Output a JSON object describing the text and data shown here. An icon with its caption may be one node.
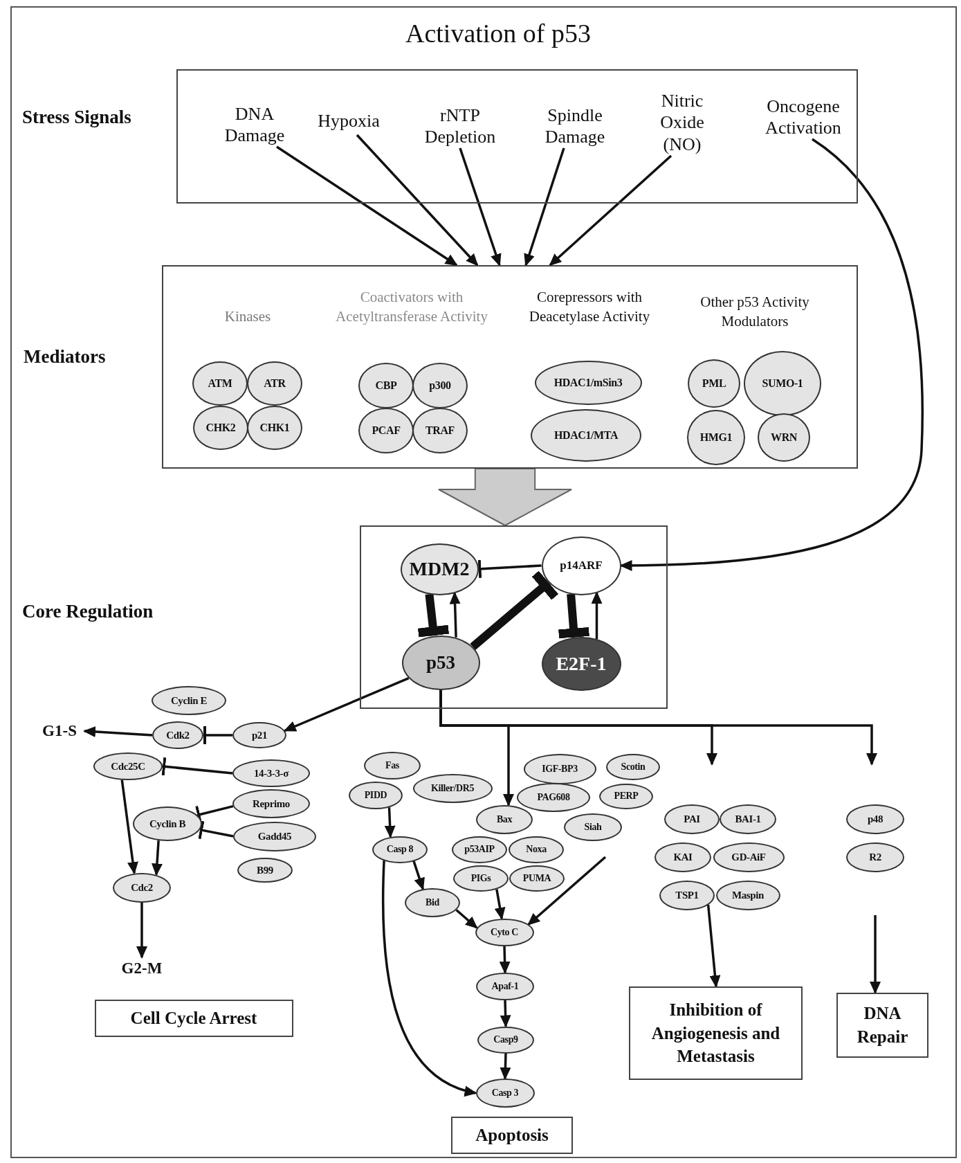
{
  "diagram": {
    "title": "Activation of p53",
    "nodes": [
      {
        "text": [],
        "shape": "box"
      },
      {
        "text": [
          "DNA Damage"
        ],
        "in": 0
      },
      {
        "text": [
          "Hypoxia"
        ],
        "in": 0
      },
      {
        "text": [
          "rNTP Depletion"
        ],
        "in": 0
      },
      {
        "text": [
          "Spindle Damage"
        ],
        "in": 0
      },
      {
        "text": [
          "Nitric Oxide (NO)"
        ],
        "in": 0
      },
      {
        "text": [
          "Oncogene Activation"
        ],
        "in": 0
      },
      {
        "text": [],
        "shape": "box"
      },
      {
        "text": [
          "ATM"
        ],
        "in": 7
      },
      {
        "text": [
          "ATR"
        ],
        "in": 7
      },
      {
        "text": [
          "CHK2"
        ],
        "in": 7
      },
      {
        "text": [
          "CHK1"
        ],
        "in": 7
      },
      {
        "text": [
          "CBP"
        ],
        "in": 7
      },
      {
        "text": [
          "p300"
        ],
        "in": 7
      },
      {
        "text": [
          "PCAF"
        ],
        "in": 7
      },
      {
        "text": [
          "TRAF"
        ],
        "in": 7
      },
      {
        "text": [
          "HDAC1/mSin3"
        ],
        "in": 7
      },
      {
        "text": [
          "HDAC1/MTA"
        ],
        "in": 7
      },
      {
        "text": [
          "PML"
        ],
        "in": 7
      },
      {
        "text": [
          "SUMO-1"
        ],
        "in": 7
      },
      {
        "text": [
          "HMG1"
        ],
        "in": 7
      },
      {
        "text": [
          "WRN"
        ],
        "in": 7
      },
      {
        "text": [],
        "shape": "box"
      },
      {
        "text": [
          "MDM2"
        ],
        "in": 22
      },
      {
        "text": [
          "p14ARF"
        ],
        "in": 22
      },
      {
        "text": [
          "p53"
        ],
        "in": 22
      },
      {
        "text": [
          "E2F-1"
        ],
        "in": 22
      },
      {
        "text": [
          "Cyclin E"
        ]
      },
      {
        "text": [
          "Cdk2"
        ]
      },
      {
        "text": [
          "p21"
        ]
      },
      {
        "text": [
          "Cdc25C"
        ]
      },
      {
        "text": [
          "14-3-3-σ"
        ]
      },
      {
        "text": [
          "Reprimo"
        ]
      },
      {
        "text": [
          "Cyclin B"
        ]
      },
      {
        "text": [
          "Gadd45"
        ]
      },
      {
        "text": [
          "B99"
        ]
      },
      {
        "text": [
          "Cdc2"
        ]
      },
      {
        "text": [
          "G1-S"
        ]
      },
      {
        "text": [
          "G2-M"
        ]
      },
      {
        "text": [
          "Cell Cycle Arrest"
        ]
      },
      {
        "text": [
          "Fas"
        ]
      },
      {
        "text": [
          "PIDD"
        ]
      },
      {
        "text": [
          "Killer/DR5"
        ]
      },
      {
        "text": [
          "IGF-BP3"
        ]
      },
      {
        "text": [
          "Scotin"
        ]
      },
      {
        "text": [
          "PAG608"
        ]
      },
      {
        "text": [
          "PERP"
        ]
      },
      {
        "text": [
          "Bax"
        ]
      },
      {
        "text": [
          "Siah"
        ]
      },
      {
        "text": [
          "Casp 8"
        ]
      },
      {
        "text": [
          "p53AIP"
        ]
      },
      {
        "text": [
          "Noxa"
        ]
      },
      {
        "text": [
          "PIGs"
        ]
      },
      {
        "text": [
          "PUMA"
        ]
      },
      {
        "text": [
          "Bid"
        ]
      },
      {
        "text": [
          "Cyto C"
        ]
      },
      {
        "text": [
          "Apaf-1"
        ]
      },
      {
        "text": [
          "Casp9"
        ]
      },
      {
        "text": [
          "Casp 3"
        ]
      },
      {
        "text": [
          "Apoptosis"
        ]
      },
      {
        "text": [
          "PAI"
        ]
      },
      {
        "text": [
          "BAI-1"
        ]
      },
      {
        "text": [
          "KAI"
        ]
      },
      {
        "text": [
          "GD-AiF"
        ]
      },
      {
        "text": [
          "TSP1"
        ]
      },
      {
        "text": [
          "Maspin"
        ]
      },
      {
        "text": [
          "Inhibition of Angiogenesis and Metastasis"
        ]
      },
      {
        "text": [
          "p48"
        ]
      },
      {
        "text": [
          "R2"
        ]
      },
      {
        "text": [
          "DNA Repair"
        ]
      }
    ],
    "edges": [
      {
        "from": 1,
        "to": 7,
        "arrow": "to"
      },
      {
        "from": 2,
        "to": 7,
        "arrow": "to"
      },
      {
        "from": 3,
        "to": 7,
        "arrow": "to"
      },
      {
        "from": 4,
        "to": 7,
        "arrow": "to"
      },
      {
        "from": 5,
        "to": 7,
        "arrow": "to"
      },
      {
        "from": 6,
        "to": 24,
        "arrow": "to"
      },
      {
        "from": 7,
        "to": 22,
        "arrow": "to",
        "style": "thick",
        "color": "#cccccc"
      },
      {
        "from": 24,
        "to": 23,
        "arrow": "other"
      },
      {
        "from": 23,
        "to": 25,
        "arrow": "other",
        "style": "thick"
      },
      {
        "from": 25,
        "to": 23,
        "arrow": "to"
      },
      {
        "from": 25,
        "to": 24,
        "arrow": "other",
        "style": "thick"
      },
      {
        "from": 24,
        "to": 26,
        "arrow": "other",
        "style": "thick"
      },
      {
        "from": 26,
        "to": 24,
        "arrow": "to"
      },
      {
        "from": 25,
        "to": 29,
        "arrow": "to"
      },
      {
        "from": 25,
        "to": 47,
        "arrow": "to"
      },
      {
        "from": 25,
        "to": null,
        "arrow": "to"
      },
      {
        "from": 25,
        "to": null,
        "arrow": "to"
      },
      {
        "from": 28,
        "to": 37,
        "arrow": "to"
      },
      {
        "from": 29,
        "to": 28,
        "arrow": "other"
      },
      {
        "from": 31,
        "to": 30,
        "arrow": "other"
      },
      {
        "from": 32,
        "to": 33,
        "arrow": "other"
      },
      {
        "from": 34,
        "to": 33,
        "arrow": "other"
      },
      {
        "from": 30,
        "to": 36,
        "arrow": "to"
      },
      {
        "from": 33,
        "to": 36,
        "arrow": "to"
      },
      {
        "from": 36,
        "to": 38,
        "arrow": "to"
      },
      {
        "from": 41,
        "to": 49,
        "arrow": "to"
      },
      {
        "from": 49,
        "to": 54,
        "arrow": "to"
      },
      {
        "from": 54,
        "to": 55,
        "arrow": "to"
      },
      {
        "from": 52,
        "to": 55,
        "arrow": "to"
      },
      {
        "from": null,
        "to": 55,
        "arrow": "to"
      },
      {
        "from": 55,
        "to": 56,
        "arrow": "to"
      },
      {
        "from": 56,
        "to": 57,
        "arrow": "to"
      },
      {
        "from": 57,
        "to": 58,
        "arrow": "to"
      },
      {
        "from": 49,
        "to": 58,
        "arrow": "to"
      },
      {
        "from": 64,
        "to": 66,
        "arrow": "to"
      },
      {
        "from": null,
        "to": 69,
        "arrow": "to"
      }
    ],
    "labels": [
      "Stress Signals",
      "Mediators",
      "Kinases",
      "Coactivators with Acetyltransferase Activity",
      "Corepressors with Deacetylase Activity",
      "Other p53 Activity Modulators",
      "Core Regulation"
    ]
  }
}
